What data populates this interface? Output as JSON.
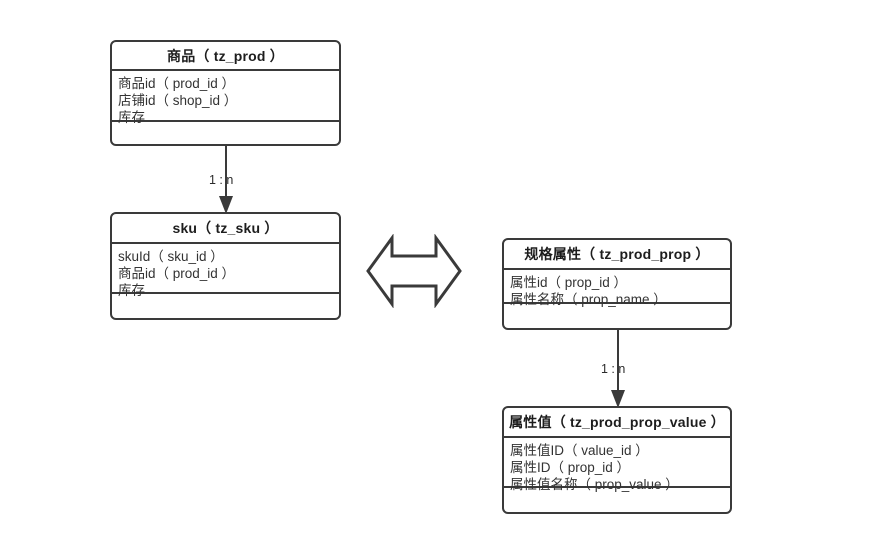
{
  "diagram": {
    "type": "erd",
    "title_present": false,
    "background_color": "#ffffff",
    "line_color": "#3a3a3a",
    "text_color": "#333333"
  },
  "entities": [
    {
      "id": "prod",
      "title": "商品（ tz_prod ）",
      "title_label": "商品",
      "table": "tz_prod",
      "fields": [
        "商品id（ prod_id ）",
        "店铺id（ shop_id ）",
        "库存"
      ]
    },
    {
      "id": "sku",
      "title": "sku（ tz_sku ）",
      "title_label": "sku",
      "table": "tz_sku",
      "fields": [
        "skuId（ sku_id ）",
        "商品id（ prod_id ）",
        "库存"
      ]
    },
    {
      "id": "prop",
      "title": "规格属性（ tz_prod_prop ）",
      "title_label": "规格属性",
      "table": "tz_prod_prop",
      "fields": [
        "属性id（ prop_id ）",
        "属性名称（ prop_name ）"
      ]
    },
    {
      "id": "prop_value",
      "title": "属性值（ tz_prod_prop_value ）",
      "title_label": "属性值",
      "table": "tz_prod_prop_value",
      "fields": [
        "属性值ID（ value_id ）",
        "属性ID（ prop_id ）",
        "属性值名称（ prop_value ）"
      ]
    }
  ],
  "connectors": [
    {
      "id": "prod-sku",
      "from": "prod",
      "to": "sku",
      "label": "1 : n",
      "direction": "down"
    },
    {
      "id": "prop-value",
      "from": "prop",
      "to": "prop_value",
      "label": "1 : n",
      "direction": "down"
    }
  ],
  "relation_arrow": {
    "id": "sku-prop-relation",
    "shape": "double-headed-horizontal-arrow",
    "label": ""
  }
}
